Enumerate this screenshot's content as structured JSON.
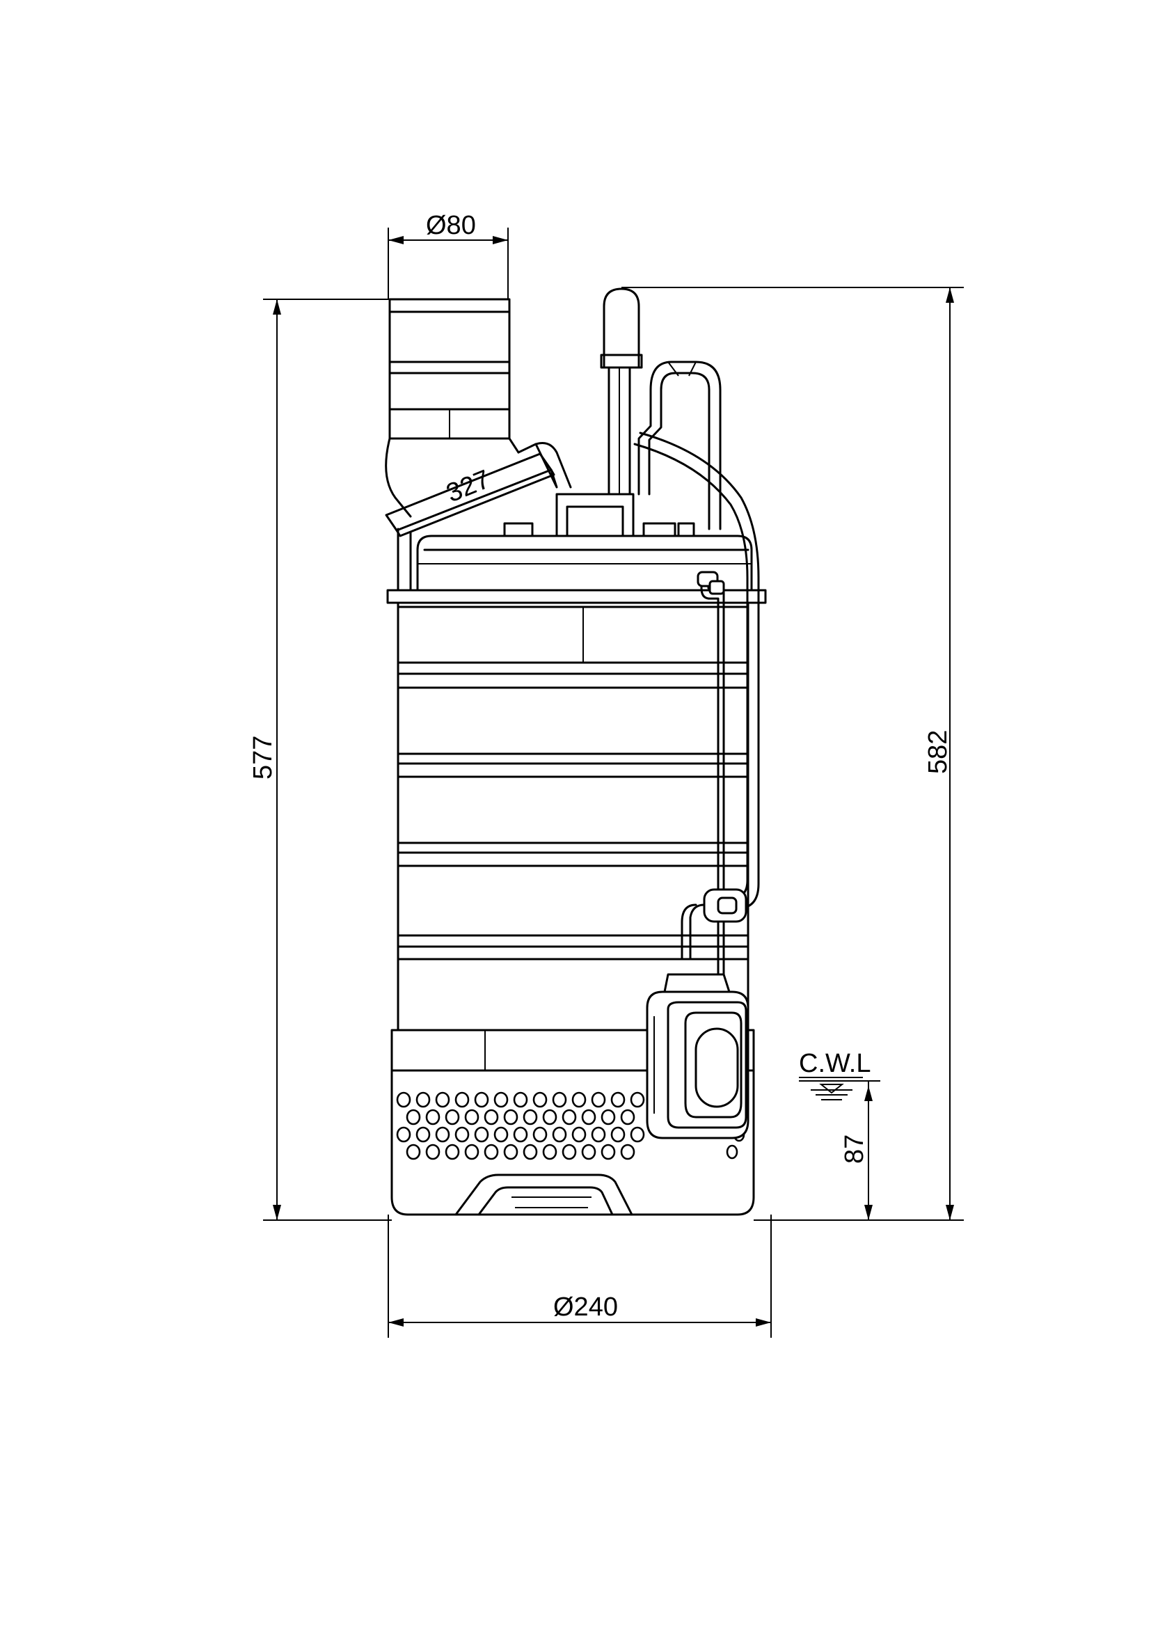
{
  "dimensions": {
    "outlet_diameter": "Ø80",
    "base_diameter": "Ø240",
    "height_outlet": "577",
    "height_total": "582",
    "cwl_height": "87"
  },
  "labels": {
    "cwl": "C.W.L",
    "outlet_marking": "327"
  }
}
